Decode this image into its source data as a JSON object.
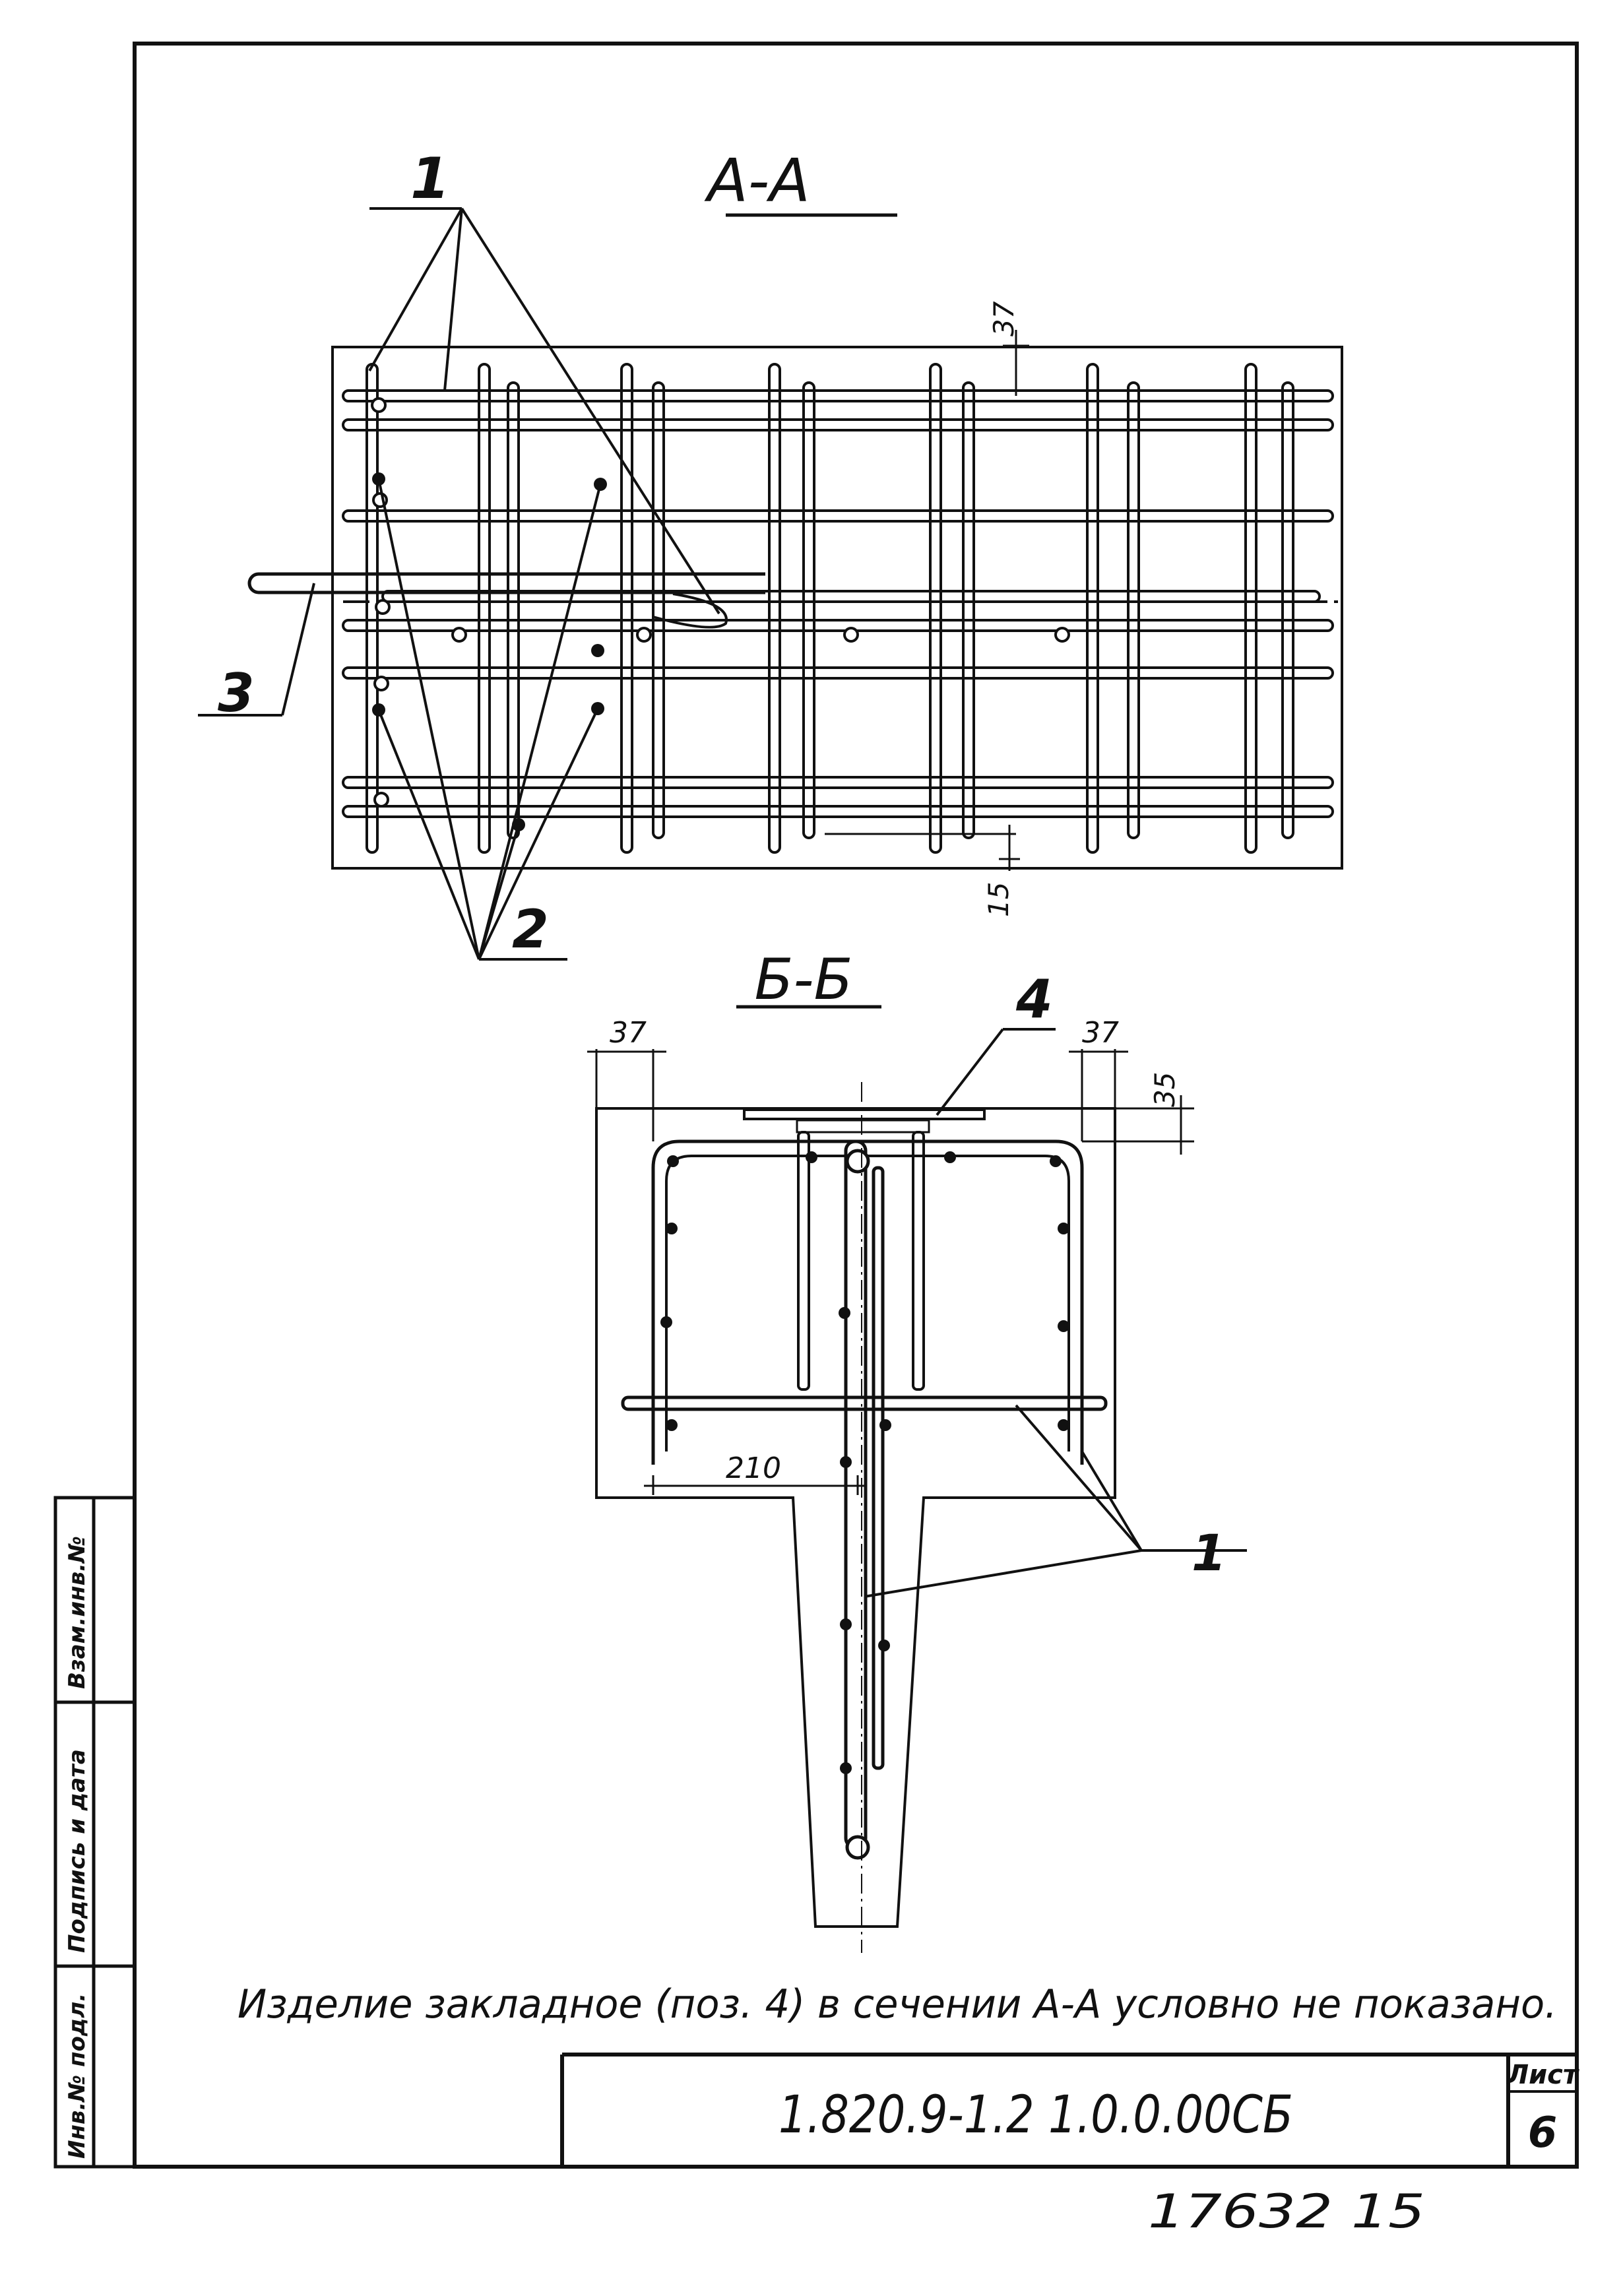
{
  "sections": {
    "aa": {
      "title": "А-А"
    },
    "bb": {
      "title": "Б-Б"
    }
  },
  "callouts": {
    "pos1": "1",
    "pos2": "2",
    "pos3": "3",
    "pos4": "4",
    "pos1_bb": "1"
  },
  "dimensions": {
    "aa_top": "37",
    "aa_bottom": "15",
    "bb_left": "37",
    "bb_right": "37",
    "bb_top": "35",
    "bb_width": "210"
  },
  "note": "Изделие закладное (поз. 4) в сечении А-А условно не показано.",
  "title_block": {
    "designation": "1.820.9-1.2 1.0.0.00СБ",
    "sheet_label": "Лист",
    "sheet_number": "6"
  },
  "side_stamp": {
    "inv_no": "Инв.№ подл.",
    "signature_date": "Подпись и дата",
    "replaces_inv": "Взам.инв.№"
  },
  "footer_number": "17632 15"
}
